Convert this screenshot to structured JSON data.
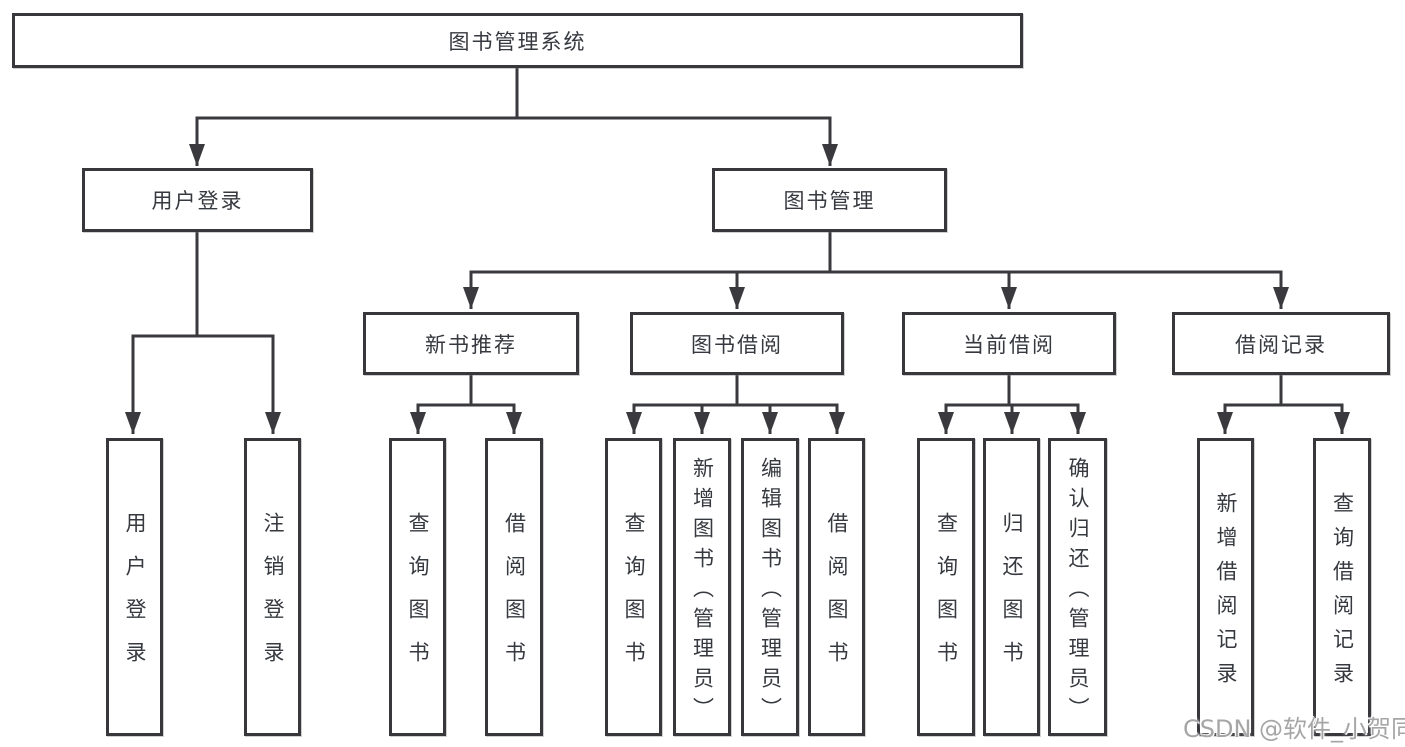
{
  "tree": {
    "label": "图书管理系统",
    "children": [
      {
        "label": "用户登录",
        "children": [
          {
            "label": "用户登录"
          },
          {
            "label": "注销登录"
          }
        ]
      },
      {
        "label": "图书管理",
        "children": [
          {
            "label": "新书推荐",
            "children": [
              {
                "label": "查询图书"
              },
              {
                "label": "借阅图书"
              }
            ]
          },
          {
            "label": "图书借阅",
            "children": [
              {
                "label": "查询图书"
              },
              {
                "label": "新增图书（管理员）"
              },
              {
                "label": "编辑图书（管理员）"
              },
              {
                "label": "借阅图书"
              }
            ]
          },
          {
            "label": "当前借阅",
            "children": [
              {
                "label": "查询图书"
              },
              {
                "label": "归还图书"
              },
              {
                "label": "确认归还（管理员）"
              }
            ]
          },
          {
            "label": "借阅记录",
            "children": [
              {
                "label": "新增借阅记录"
              },
              {
                "label": "查询借阅记录"
              }
            ]
          }
        ]
      }
    ]
  },
  "watermark": {
    "text": "CSDN @软件_小贺同学"
  },
  "colors": {
    "line": "#3a3a3e",
    "box_border": "#38383c",
    "text": "#36393f",
    "background": "#ffffff",
    "watermark": "#a6a6a6"
  }
}
